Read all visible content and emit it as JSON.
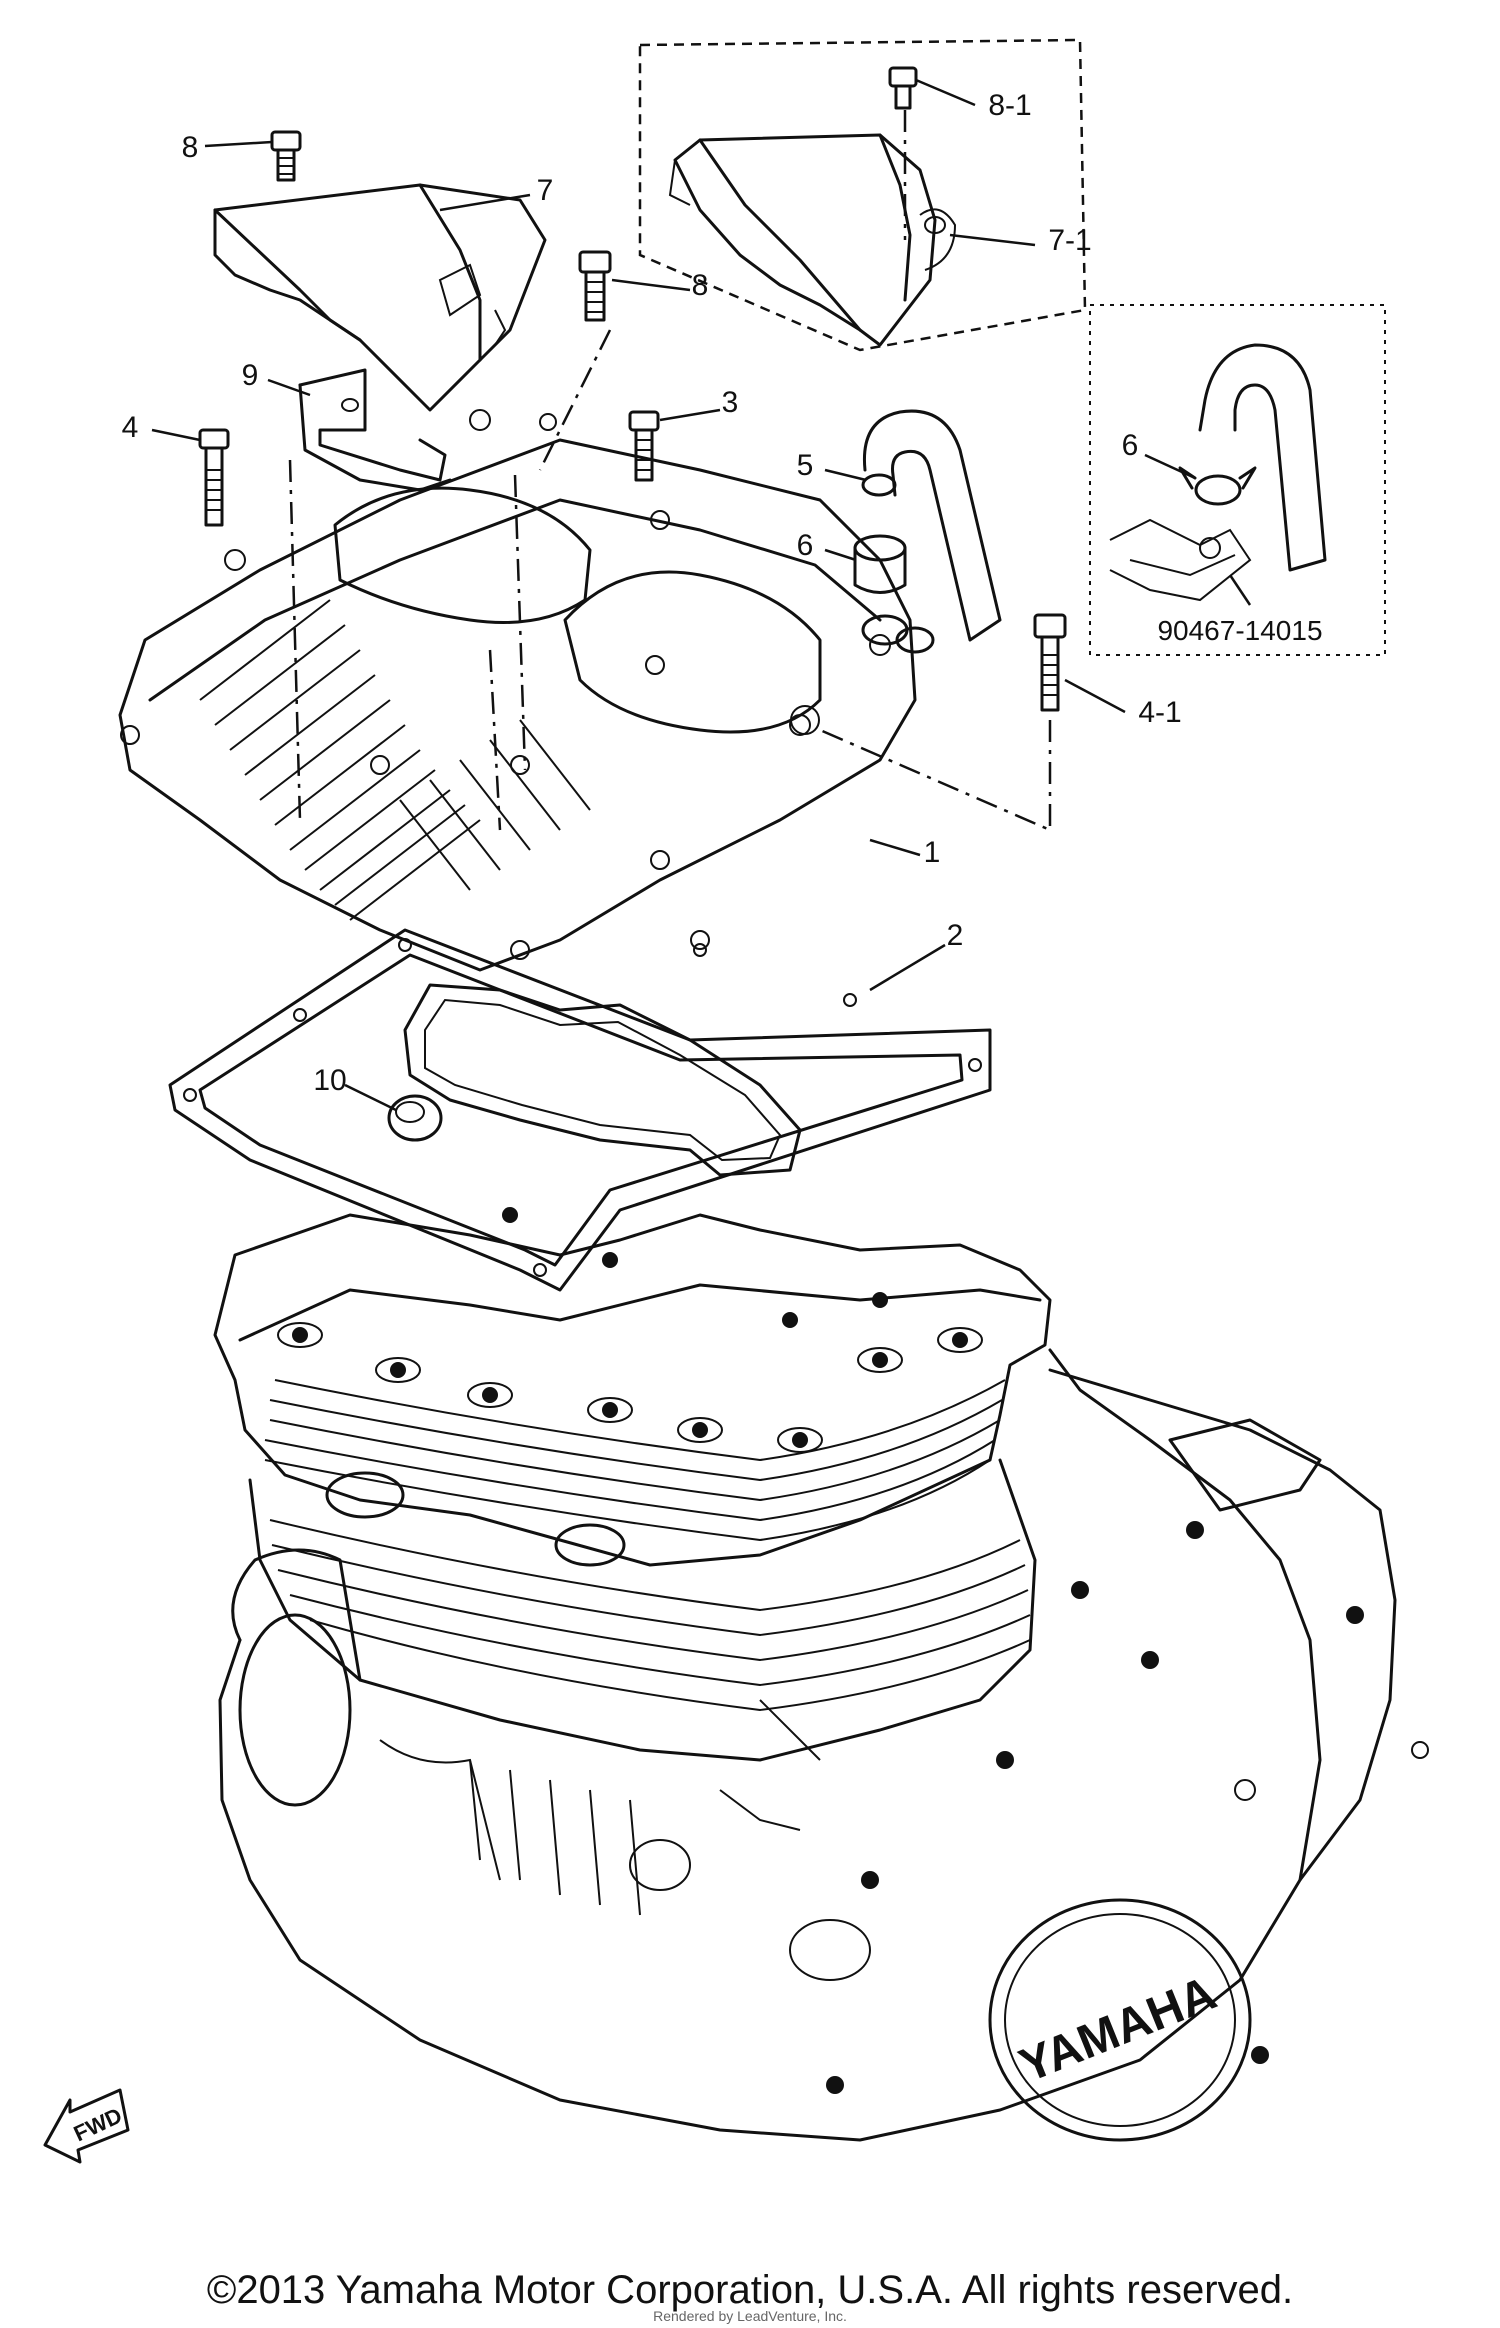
{
  "callouts": [
    {
      "id": "c8",
      "text": "8"
    },
    {
      "id": "c7",
      "text": "7"
    },
    {
      "id": "c8b",
      "text": "8"
    },
    {
      "id": "c9",
      "text": "9"
    },
    {
      "id": "c4",
      "text": "4"
    },
    {
      "id": "c3",
      "text": "3"
    },
    {
      "id": "c8-1",
      "text": "8-1"
    },
    {
      "id": "c7-1",
      "text": "7-1"
    },
    {
      "id": "c5",
      "text": "5"
    },
    {
      "id": "c6",
      "text": "6"
    },
    {
      "id": "c6b",
      "text": "6"
    },
    {
      "id": "c4-1",
      "text": "4-1"
    },
    {
      "id": "c1",
      "text": "1"
    },
    {
      "id": "c2",
      "text": "2"
    },
    {
      "id": "c10",
      "text": "10"
    }
  ],
  "part_number": "90467-14015",
  "fwd_label": "FWD",
  "case_logo": "YAMAHA",
  "copyright": "©2013 Yamaha Motor Corporation, U.S.A. All rights reserved.",
  "rendered_by": "Rendered by LeadVenture, Inc."
}
